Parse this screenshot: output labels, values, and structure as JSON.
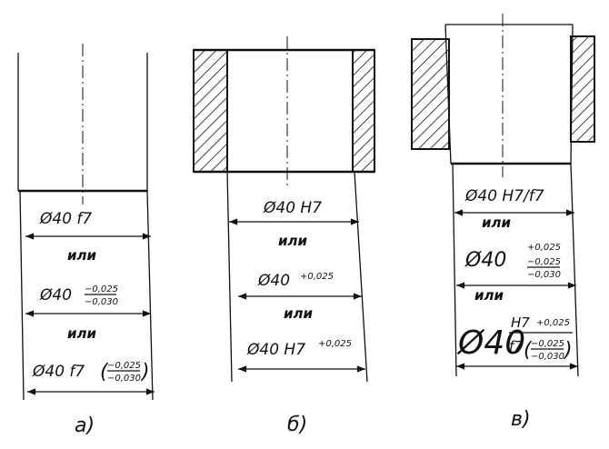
{
  "panel_a": {
    "caption": "а)",
    "dim_fit": "Ø40 f7",
    "or1": "или",
    "dim_dev_base": "Ø40",
    "dev_upper": "−0,025",
    "dev_lower": "−0,030",
    "or2": "или",
    "dim_combo_base": "Ø40 f7",
    "combo_upper": "−0,025",
    "combo_lower": "−0,030"
  },
  "panel_b": {
    "caption": "б)",
    "dim_fit": "Ø40 H7",
    "or1": "или",
    "dim_dev_base": "Ø40",
    "dev_upper": "+0,025",
    "or2": "или",
    "dim_combo_base": "Ø40 H7",
    "combo_upper": "+0,025"
  },
  "panel_c": {
    "caption": "в)",
    "dim_fit": "Ø40 H7/f7",
    "or1": "или",
    "dim_dev_base": "Ø40",
    "dev_hole_upper": "+0,025",
    "dev_shaft_upper": "−0,025",
    "dev_shaft_lower": "−0,030",
    "or2": "или",
    "combo_base": "Ø40",
    "combo_hole": "H7",
    "combo_hole_dev": "+0,025",
    "combo_shaft": "f7",
    "combo_shaft_upper": "−0,025",
    "combo_shaft_lower": "−0,030"
  }
}
